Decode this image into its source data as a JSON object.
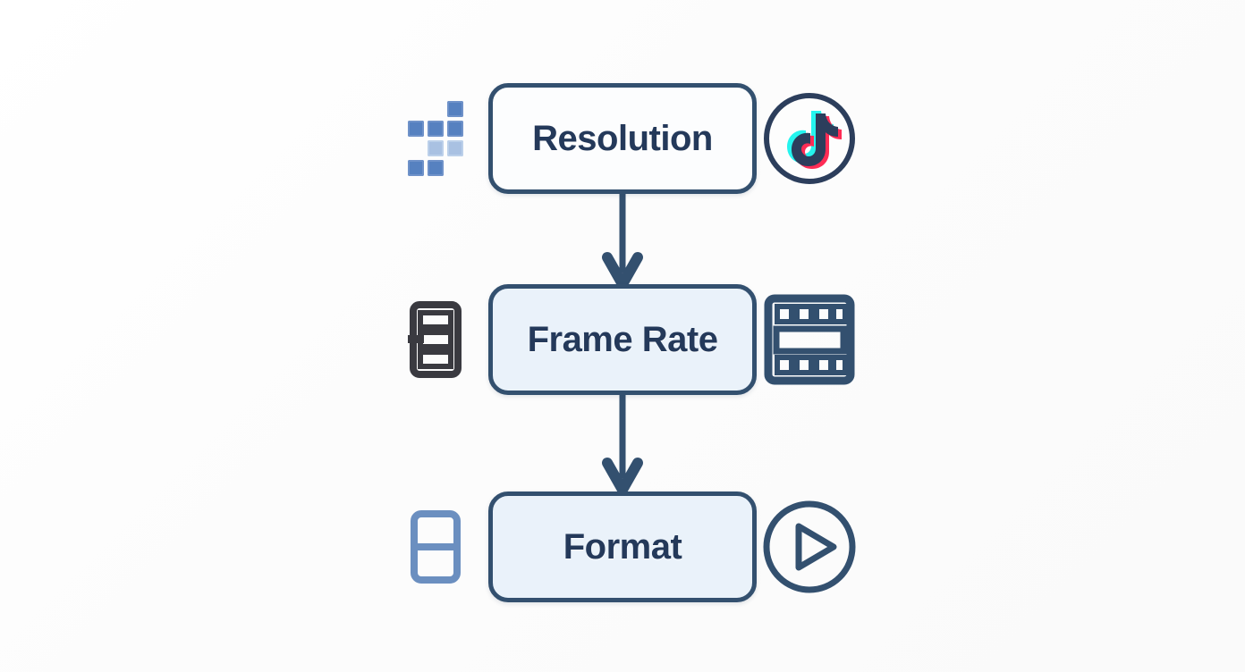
{
  "diagram": {
    "type": "flowchart",
    "orientation": "vertical",
    "title": "",
    "background_color": "#fcfcfc",
    "node_border_color": "#33506f",
    "node_text_color": "#24395a",
    "arrow_color": "#33506f",
    "nodes": [
      {
        "id": "resolution",
        "label": "Resolution",
        "fill_color": "#fcfdfe",
        "left_icon": "pixel-grid-icon",
        "right_icon": "tiktok-logo-icon"
      },
      {
        "id": "frame-rate",
        "label": "Frame Rate",
        "fill_color": "#eaf2fa",
        "left_icon": "server-list-icon",
        "right_icon": "film-strip-icon"
      },
      {
        "id": "format",
        "label": "Format",
        "fill_color": "#eaf2fa",
        "left_icon": "split-rectangle-icon",
        "right_icon": "play-circle-icon"
      }
    ],
    "edges": [
      {
        "id": "edge-resolution-frame-rate",
        "from": "resolution",
        "to": "frame-rate",
        "label": "",
        "style": "solid-arrow-down"
      },
      {
        "id": "edge-frame-rate-format",
        "from": "frame-rate",
        "to": "format",
        "label": "",
        "style": "solid-arrow-down"
      }
    ],
    "icon_colors": {
      "pixel_dark": "#5681c0",
      "pixel_light": "#a9c1e2",
      "server_dark": "#3a3a40",
      "film_navy": "#33506f",
      "split_blue": "#6b8fc0",
      "tiktok_navy": "#2c3e5c",
      "tiktok_cyan": "#25f4ee",
      "tiktok_pink": "#fe2c55",
      "play_navy": "#33506f"
    }
  }
}
